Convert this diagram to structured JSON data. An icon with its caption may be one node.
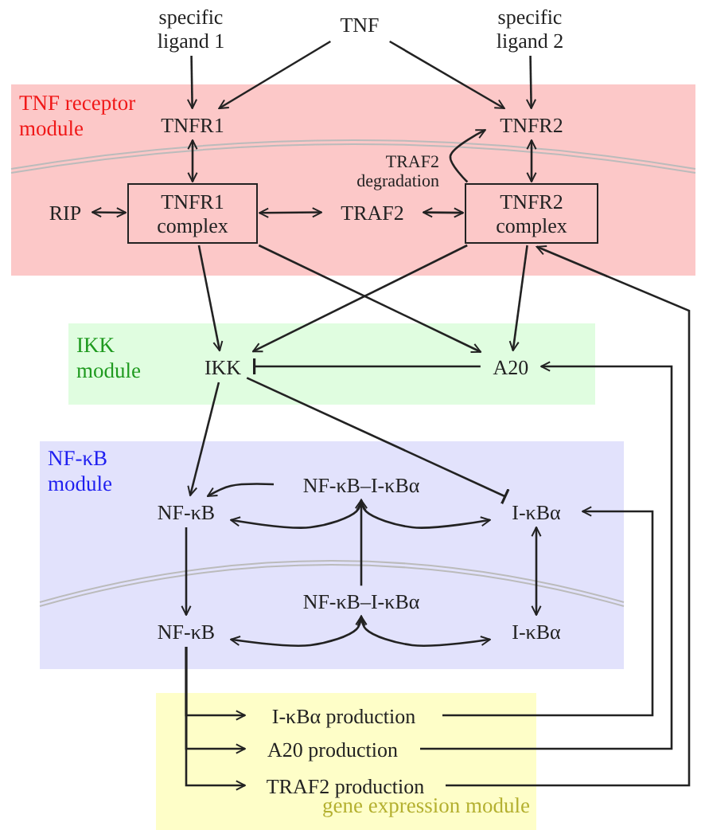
{
  "diagram": {
    "nodes": [
      {
        "text": [
          "TNF receptor module"
        ]
      },
      {
        "text": [
          "specific ligand 1"
        ]
      },
      {
        "text": [
          "TNF"
        ]
      },
      {
        "text": [
          "specific ligand 2"
        ]
      },
      {
        "text": [
          "TNFR1"
        ],
        "in": 0
      },
      {
        "text": [
          "TNFR2"
        ],
        "in": 0
      },
      {
        "text": [
          "RIP"
        ],
        "in": 0
      },
      {
        "text": [
          "TNFR1 complex"
        ],
        "in": 0
      },
      {
        "text": [
          "TRAF2"
        ],
        "in": 0
      },
      {
        "text": [
          "TNFR2 complex"
        ],
        "in": 0
      },
      {
        "text": [
          "IKK module"
        ]
      },
      {
        "text": [
          "IKK"
        ],
        "in": 10
      },
      {
        "text": [
          "A20"
        ],
        "in": 10
      },
      {
        "text": [
          "NF-κB module"
        ]
      },
      {
        "text": [
          "NF-κB"
        ],
        "in": 13
      },
      {
        "text": [
          "NF-κB–I-κBα"
        ],
        "in": 13
      },
      {
        "text": [
          "I-κBα"
        ],
        "in": 13
      },
      {
        "text": [
          "NF-κB"
        ],
        "in": 13
      },
      {
        "text": [
          "NF-κB–I-κBα"
        ],
        "in": 13
      },
      {
        "text": [
          "I-κBα"
        ],
        "in": 13
      },
      {
        "text": [
          "gene expression module"
        ]
      },
      {
        "text": [
          "I-κBα production"
        ],
        "in": 20
      },
      {
        "text": [
          "A20 production"
        ],
        "in": 20
      },
      {
        "text": [
          "TRAF2 production"
        ],
        "in": 20
      }
    ],
    "edges": [
      {
        "from": 1,
        "to": 4,
        "arrow": "to"
      },
      {
        "from": 2,
        "to": 4,
        "arrow": "to"
      },
      {
        "from": 2,
        "to": 5,
        "arrow": "to"
      },
      {
        "from": 3,
        "to": 5,
        "arrow": "to"
      },
      {
        "from": 4,
        "to": 7,
        "arrow": "both"
      },
      {
        "from": 5,
        "to": 9,
        "arrow": "both"
      },
      {
        "from": 6,
        "to": 7,
        "arrow": "both"
      },
      {
        "from": 7,
        "to": 8,
        "arrow": "both"
      },
      {
        "from": 8,
        "to": 9,
        "arrow": "both"
      },
      {
        "from": 9,
        "to": 5,
        "arrow": "to",
        "label": "TRAF2 degradation"
      },
      {
        "from": 7,
        "to": 11,
        "arrow": "to"
      },
      {
        "from": 7,
        "to": 12,
        "arrow": "to"
      },
      {
        "from": 9,
        "to": 11,
        "arrow": "to"
      },
      {
        "from": 9,
        "to": 12,
        "arrow": "to"
      },
      {
        "from": 12,
        "to": 11,
        "arrow": "other"
      },
      {
        "from": 11,
        "to": 16,
        "arrow": "other"
      },
      {
        "from": 11,
        "to": 14,
        "arrow": "to"
      },
      {
        "from": 15,
        "to": 14,
        "arrow": "to"
      },
      {
        "from": 14,
        "to": 15,
        "arrow": "both"
      },
      {
        "from": 15,
        "to": 16,
        "arrow": "both"
      },
      {
        "from": 14,
        "to": 17,
        "arrow": "to"
      },
      {
        "from": 18,
        "to": 15,
        "arrow": "to"
      },
      {
        "from": 16,
        "to": 19,
        "arrow": "both"
      },
      {
        "from": 17,
        "to": 18,
        "arrow": "both"
      },
      {
        "from": 18,
        "to": 19,
        "arrow": "both"
      },
      {
        "from": 17,
        "to": 21,
        "arrow": "to"
      },
      {
        "from": 17,
        "to": 22,
        "arrow": "to"
      },
      {
        "from": 17,
        "to": 23,
        "arrow": "to"
      },
      {
        "from": 21,
        "to": 16,
        "arrow": "to"
      },
      {
        "from": 22,
        "to": 12,
        "arrow": "to"
      },
      {
        "from": 23,
        "to": 9,
        "arrow": "to"
      }
    ]
  }
}
